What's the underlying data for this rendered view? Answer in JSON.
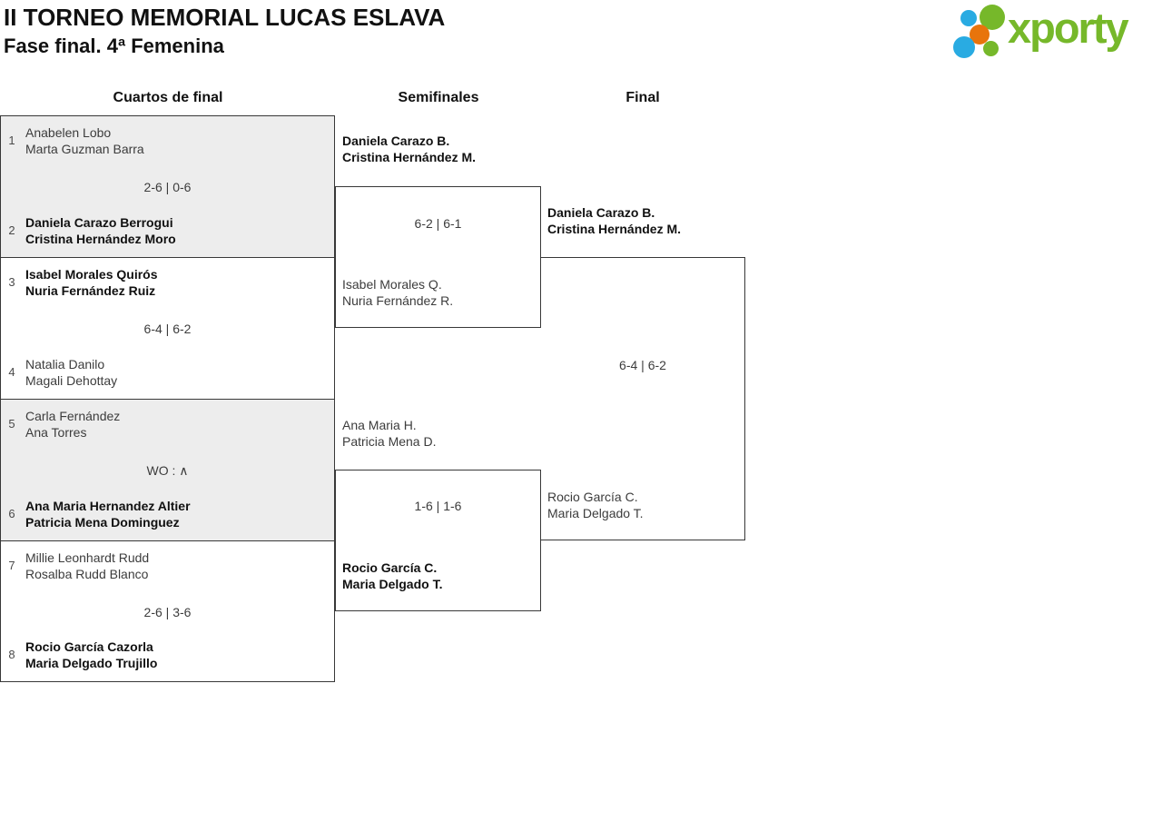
{
  "header": {
    "title": "II TORNEO MEMORIAL LUCAS ESLAVA",
    "subtitle": "Fase final. 4ª Femenina"
  },
  "logo": {
    "text": "xporty",
    "colors": {
      "green": "#76b82a",
      "blue": "#29abe2",
      "orange": "#e8740c"
    }
  },
  "columns": {
    "quarterfinals": "Cuartos de final",
    "semifinals": "Semifinales",
    "final": "Final"
  },
  "colors": {
    "box_border": "#383838",
    "box_gray": "#ededed",
    "winner_text": "#111111",
    "regular_text": "#3c3c3c"
  },
  "bracket": {
    "quarterfinals": [
      {
        "seed_top": "1",
        "team_top": [
          "Anabelen Lobo",
          "Marta Guzman Barra"
        ],
        "score": "2-6 | 0-6",
        "seed_bottom": "2",
        "team_bottom": [
          "Daniela Carazo Berrogui",
          "Cristina Hernández Moro"
        ],
        "winner": "bottom"
      },
      {
        "seed_top": "3",
        "team_top": [
          "Isabel Morales Quirós",
          "Nuria Fernández Ruiz"
        ],
        "score": "6-4 | 6-2",
        "seed_bottom": "4",
        "team_bottom": [
          "Natalia Danilo",
          "Magali Dehottay"
        ],
        "winner": "top"
      },
      {
        "seed_top": "5",
        "team_top": [
          "Carla Fernández",
          "Ana Torres"
        ],
        "score": "WO : ∧",
        "seed_bottom": "6",
        "team_bottom": [
          "Ana Maria Hernandez Altier",
          "Patricia Mena Dominguez"
        ],
        "winner": "bottom"
      },
      {
        "seed_top": "7",
        "team_top": [
          "Millie Leonhardt Rudd",
          "Rosalba Rudd Blanco"
        ],
        "score": "2-6 | 3-6",
        "seed_bottom": "8",
        "team_bottom": [
          "Rocio García Cazorla",
          "Maria Delgado Trujillo"
        ],
        "winner": "bottom"
      }
    ],
    "semifinals": [
      {
        "team_top": [
          "Daniela Carazo B.",
          "Cristina Hernández M."
        ],
        "score": "6-2 | 6-1",
        "team_bottom": [
          "Isabel Morales Q.",
          "Nuria Fernández R."
        ],
        "winner": "top"
      },
      {
        "team_top": [
          "Ana Maria H.",
          "Patricia Mena D."
        ],
        "score": "1-6 | 1-6",
        "team_bottom": [
          "Rocio García C.",
          "Maria Delgado T."
        ],
        "winner": "bottom"
      }
    ],
    "final": {
      "team_top": [
        "Daniela Carazo B.",
        "Cristina Hernández M."
      ],
      "score": "6-4 | 6-2",
      "team_bottom": [
        "Rocio García C.",
        "Maria Delgado T."
      ],
      "winner": "top"
    }
  }
}
